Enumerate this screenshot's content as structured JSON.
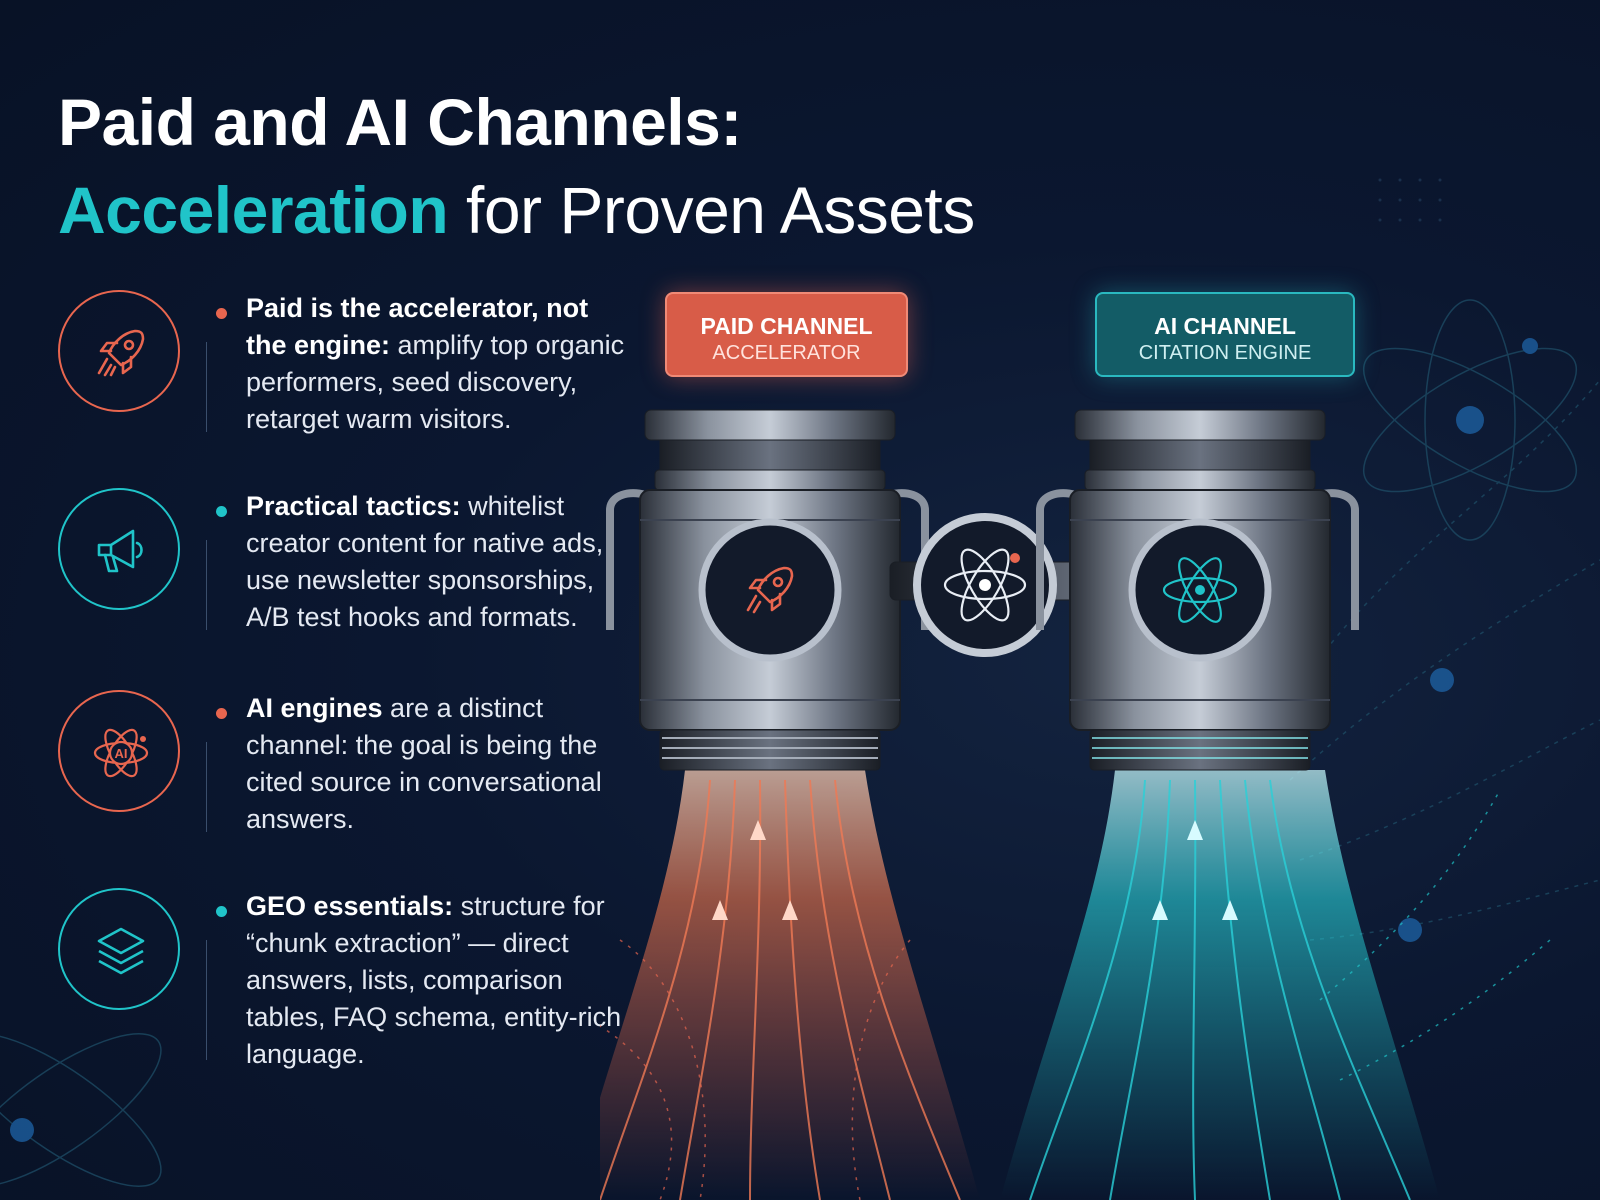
{
  "title": {
    "line1": "Paid and AI Channels:",
    "accent": "Acceleration",
    "line2_rest": "for Proven Assets"
  },
  "points": [
    {
      "icon": "rocket-icon",
      "dot_color": "#e8664f",
      "bold": "Paid is the accelerator, not the engine:",
      "text": "amplify top organic performers, seed discovery, retarget warm visitors."
    },
    {
      "icon": "megaphone-icon",
      "dot_color": "#20c4c9",
      "bold": "Practical tactics:",
      "text": "whitelist creator content for native ads, use newsletter sponsorships, A/B test hooks and formats."
    },
    {
      "icon": "ai-atom-icon",
      "icon_label": "AI",
      "dot_color": "#e8664f",
      "bold": "AI engines",
      "text": "are a distinct channel: the goal is being the cited source in conversational answers."
    },
    {
      "icon": "layers-icon",
      "dot_color": "#20c4c9",
      "bold": "GEO essentials:",
      "text": "structure for “chunk extraction” — direct answers, lists, comparison tables, FAQ schema, entity-rich language."
    }
  ],
  "channels": {
    "paid": {
      "title": "PAID CHANNEL",
      "subtitle": "ACCELERATOR"
    },
    "ai": {
      "title": "AI CHANNEL",
      "subtitle": "CITATION ENGINE"
    }
  },
  "colors": {
    "orange": "#e8664f",
    "teal": "#20c4c9",
    "background": "#0b1730"
  }
}
